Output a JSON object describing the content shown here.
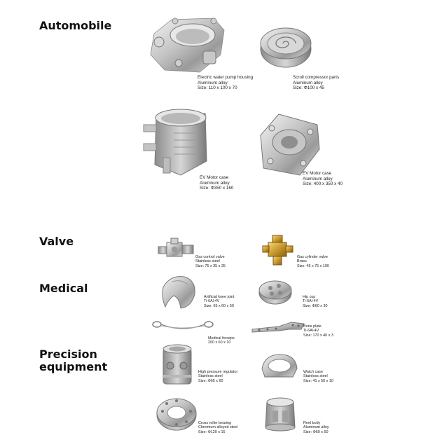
{
  "sections": {
    "automobile": "Automobile",
    "valve": "Valve",
    "medical": "Medical",
    "precision_line1": "Precision",
    "precision_line2": "equipment"
  },
  "items": {
    "water_pump": {
      "name": "Electric water pump housing",
      "material": "Aluminum alloy",
      "size": "Size: 110 x 100 x 70"
    },
    "scroll": {
      "name": "Scroll compressor parts",
      "material": "Aluminum alloy",
      "size": "Size: Φ100 x 45"
    },
    "ev_motor_case_1": {
      "name": "EV Motor case",
      "material": "Aluminum alloy",
      "size": "Size: Φ350 x 160"
    },
    "ev_motor_case_2": {
      "name": "EV Motor case",
      "material": "Aluminum alloy",
      "size": "Size: 400 x 350 x 40"
    },
    "gas_control_valve": {
      "name": "Gas control valve",
      "material": "Stainless steel",
      "size": "Size: 75 x 35 x 35"
    },
    "gas_cylinder_valve": {
      "name": "Gas cylinder valve",
      "material": "Brass",
      "size": "Size: 45 x 75 x 100"
    },
    "knee_joint": {
      "name": "Artificial knee joint",
      "material": "Ti-6Al-4V",
      "size": "Size: 65 x 60 x 50"
    },
    "hip_cup": {
      "name": "Hip cup",
      "material": "Ti-6Al-4V",
      "size": "Size: Φ60 x 30"
    },
    "forceps": {
      "name": "Medical forceps",
      "size": "200 x 60 x 10"
    },
    "bone_plate": {
      "name": "Bone plate",
      "material": "Ti-6Al-4V",
      "size": "Size: 170 x 40 x 3"
    },
    "pressure_regulator": {
      "name": "High pressure regulator",
      "material": "Stainless steel",
      "size": "Size: Φ65 x 60"
    },
    "watch_case": {
      "name": "Watch case",
      "material": "Stainless steel",
      "size": "Size: 41 x 50 x 10"
    },
    "roller_bearing": {
      "name": "Cross roller bearing",
      "material": "Chromium alloyed steel",
      "size": "Size: Φ120 x 15"
    },
    "reel_body": {
      "name": "Reel body",
      "material": "Aluminum alloy",
      "size": "Size: Φ60 x 50"
    }
  }
}
